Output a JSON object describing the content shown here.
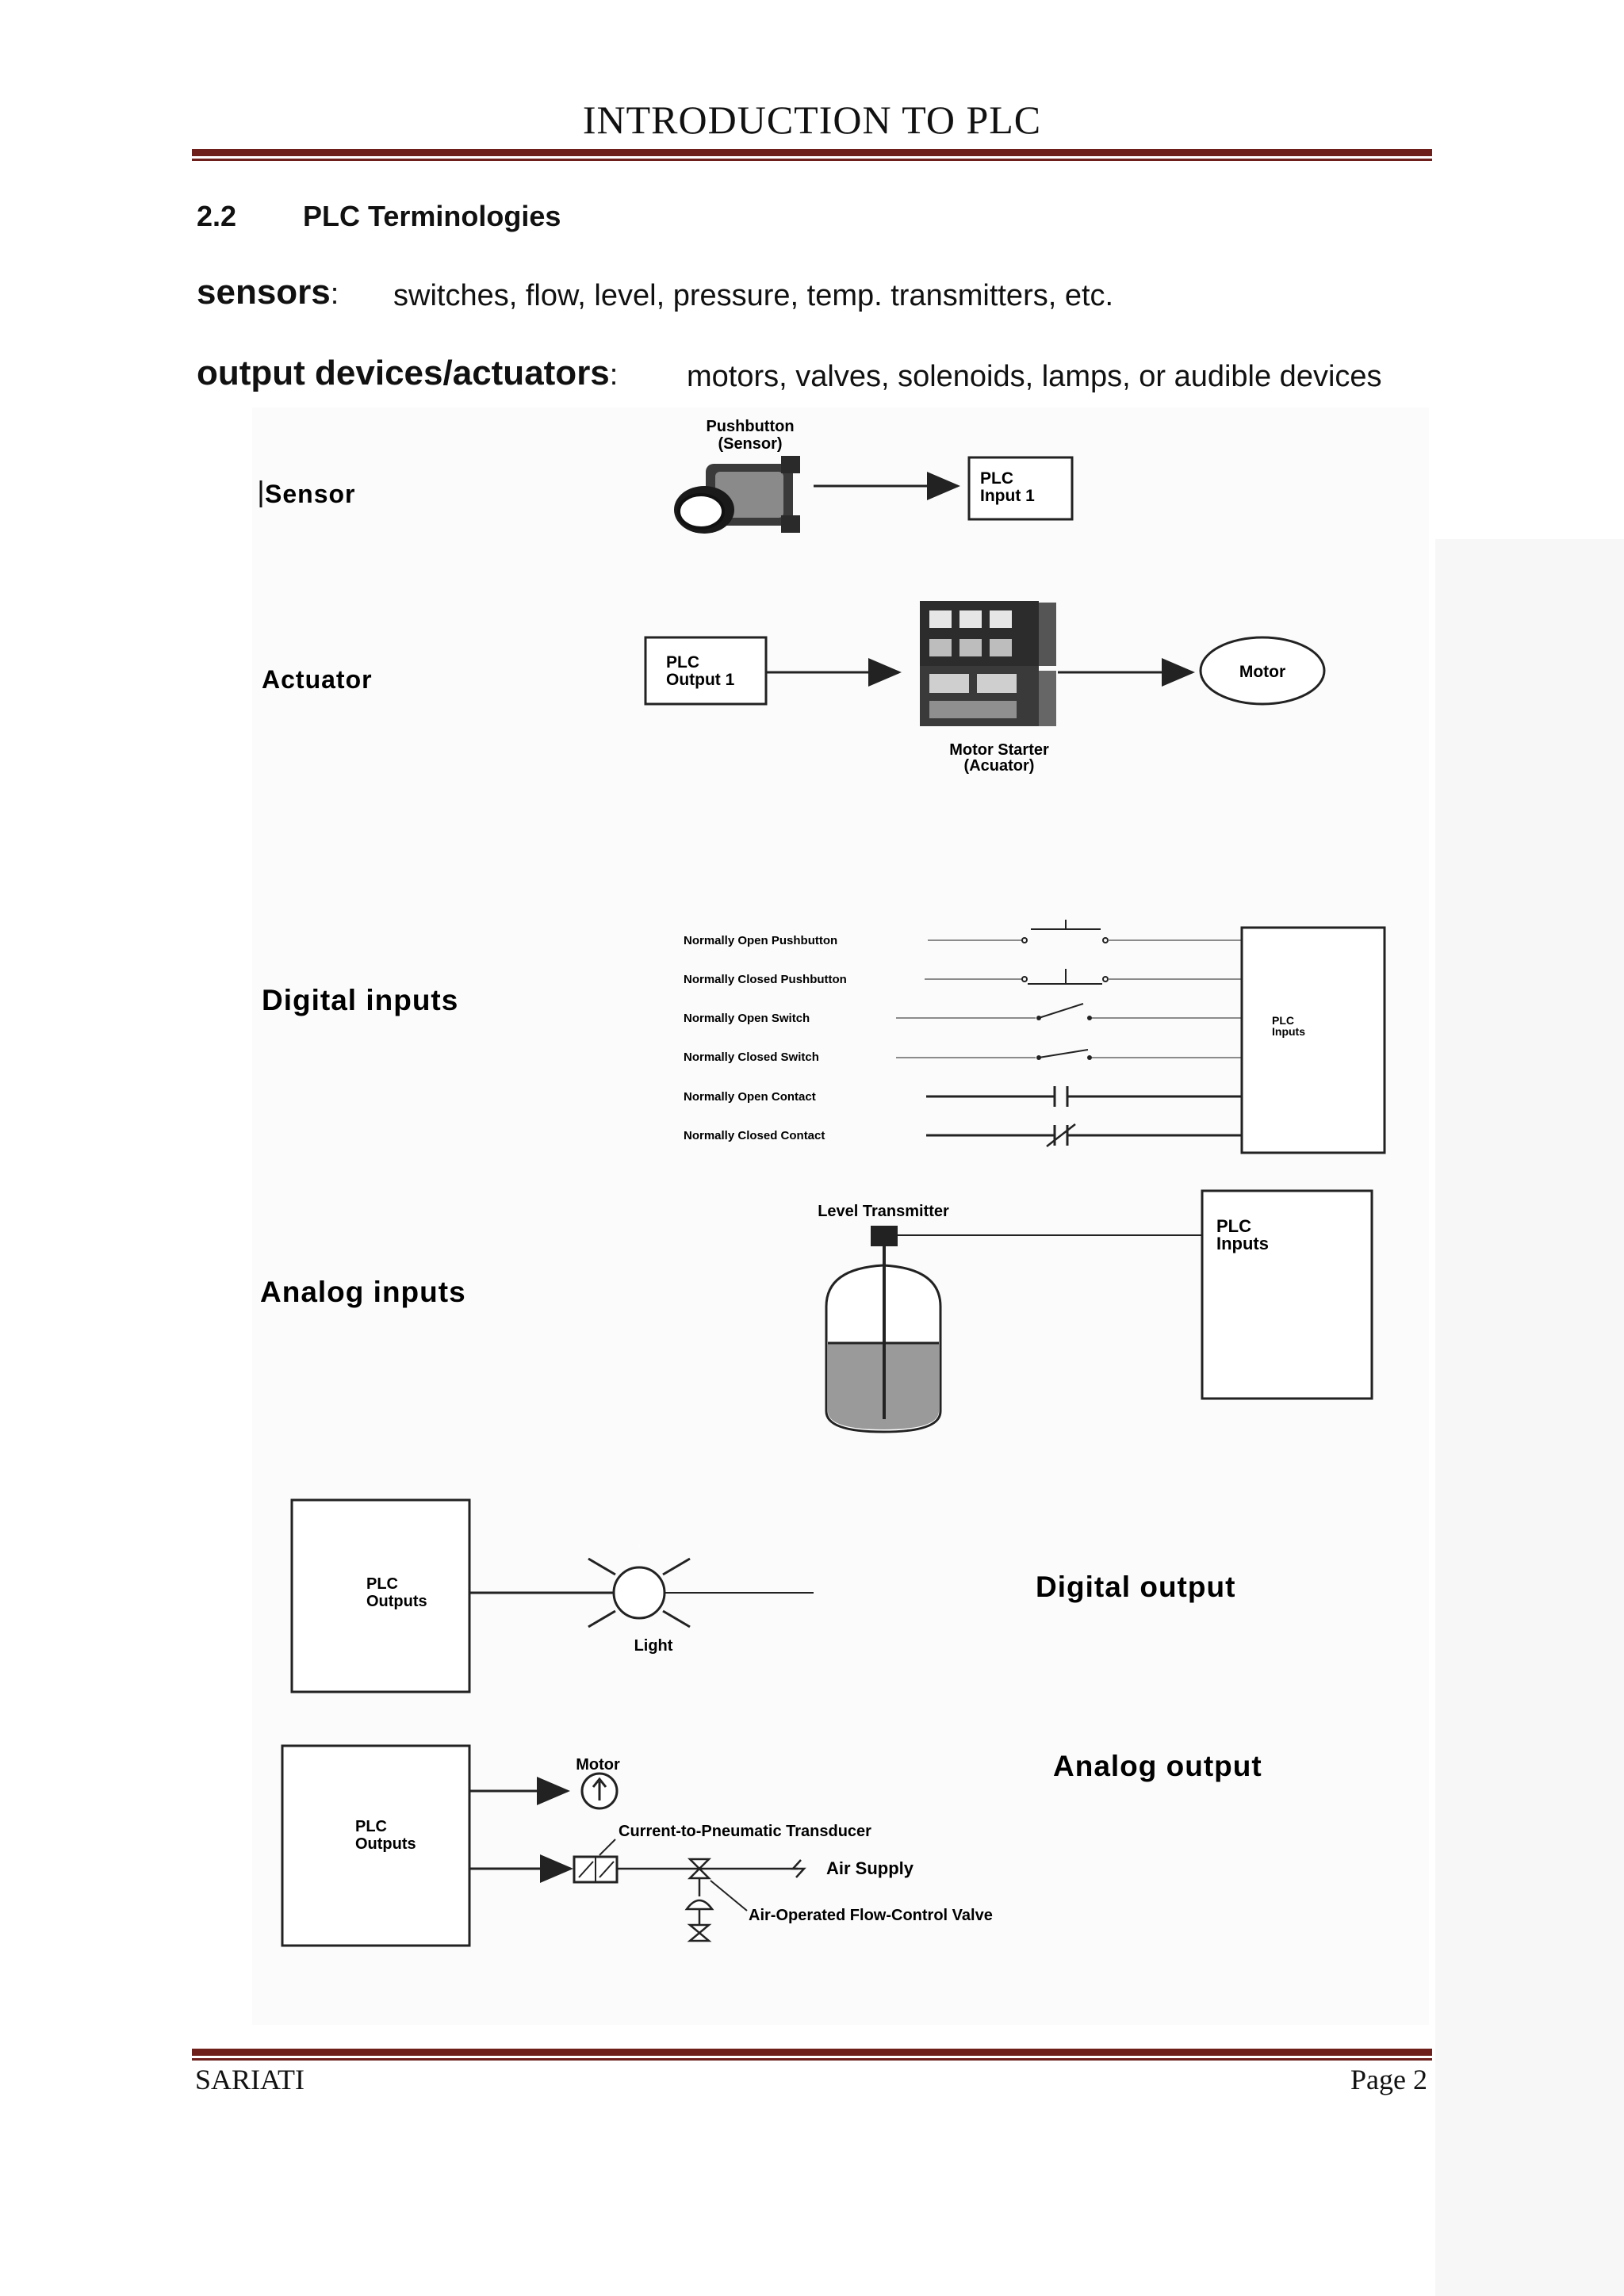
{
  "header": {
    "title": "INTRODUCTION TO PLC"
  },
  "section": {
    "number": "2.2",
    "title": "PLC Terminologies"
  },
  "terms": {
    "sensors": {
      "term": "sensors",
      "colon": ":",
      "desc": "switches, flow, level, pressure, temp. transmitters, etc."
    },
    "outputs": {
      "term": "output devices/actuators",
      "colon": ":",
      "desc": "motors, valves, solenoids, lamps, or audible devices"
    }
  },
  "figure": {
    "sensor_row": {
      "label": "Sensor",
      "pushbutton_line1": "Pushbutton",
      "pushbutton_line2": "(Sensor)",
      "plc_line1": "PLC",
      "plc_line2": "Input 1"
    },
    "actuator_row": {
      "label": "Actuator",
      "plc_line1": "PLC",
      "plc_line2": "Output 1",
      "starter_line1": "Motor Starter",
      "starter_line2": "(Acuator)",
      "motor": "Motor"
    },
    "digital_inputs": {
      "label": "Digital inputs",
      "items": [
        "Normally Open Pushbutton",
        "Normally Closed Pushbutton",
        "Normally Open Switch",
        "Normally Closed Switch",
        "Normally Open Contact",
        "Normally Closed Contact"
      ],
      "plc_line1": "PLC",
      "plc_line2": "Inputs"
    },
    "analog_inputs": {
      "label": "Analog inputs",
      "transmitter": "Level Transmitter",
      "plc_line1": "PLC",
      "plc_line2": "Inputs"
    },
    "digital_output": {
      "label": "Digital output",
      "plc_line1": "PLC",
      "plc_line2": "Outputs",
      "light": "Light"
    },
    "analog_output": {
      "label": "Analog output",
      "plc_line1": "PLC",
      "plc_line2": "Outputs",
      "motor": "Motor",
      "transducer": "Current-to-Pneumatic Transducer",
      "air_supply": "Air Supply",
      "valve": "Air-Operated Flow-Control Valve"
    }
  },
  "footer": {
    "left": "SARIATI",
    "right": "Page 2"
  },
  "colors": {
    "rule": "#6e1f1c",
    "liquid": "#9a9a9a"
  }
}
